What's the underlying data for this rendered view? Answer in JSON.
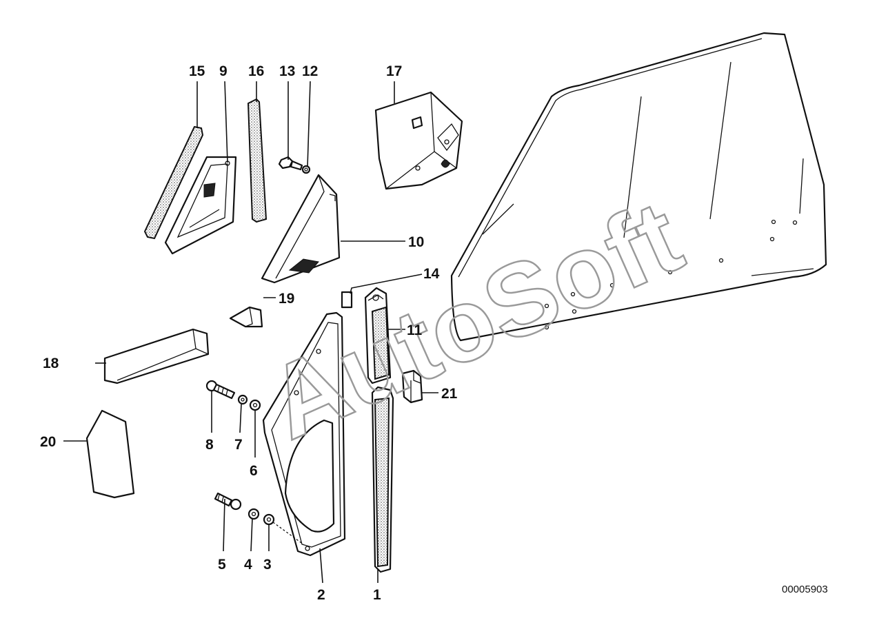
{
  "diagram": {
    "callouts": [
      "1",
      "2",
      "3",
      "4",
      "5",
      "6",
      "7",
      "8",
      "9",
      "10",
      "11",
      "12",
      "13",
      "14",
      "15",
      "16",
      "17",
      "18",
      "19",
      "20",
      "21"
    ],
    "reference_number": "00005903",
    "watermark": "AutoSoft"
  }
}
